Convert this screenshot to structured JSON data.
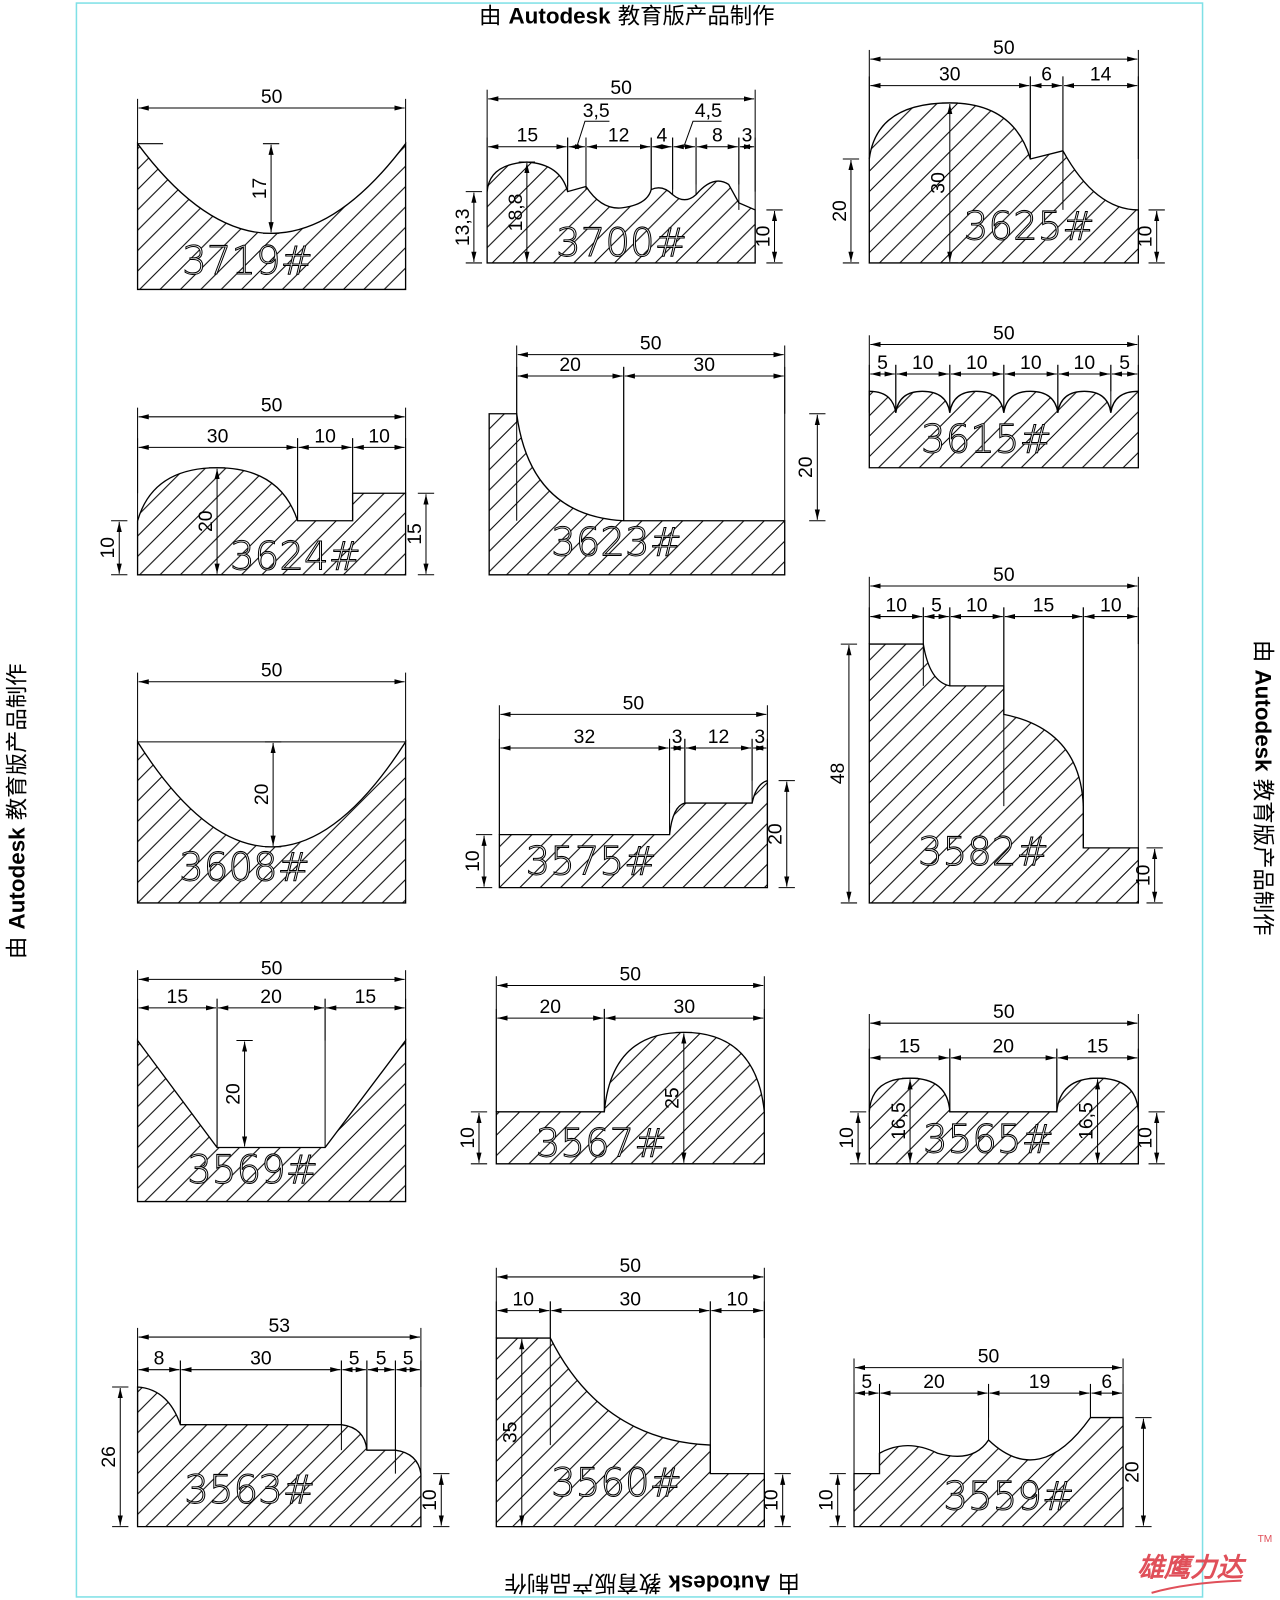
{
  "watermark": {
    "prefix": "由",
    "brand": "Autodesk",
    "suffix": "教育版产品制作"
  },
  "logo": {
    "text": "雄鹰力达",
    "tm": "TM"
  },
  "colors": {
    "border": "#7fe0e6",
    "logo": "#e0505a",
    "line": "#000000"
  },
  "profiles": [
    {
      "label": "3719#",
      "dims": [
        "50",
        "17"
      ]
    },
    {
      "label": "3700#",
      "dims": [
        "50",
        "15",
        "3,5",
        "12",
        "4",
        "4,5",
        "8",
        "3",
        "13,3",
        "18,8",
        "10"
      ]
    },
    {
      "label": "3625#",
      "dims": [
        "50",
        "30",
        "6",
        "14",
        "20",
        "30",
        "10"
      ]
    },
    {
      "label": "3624#",
      "dims": [
        "50",
        "30",
        "10",
        "10",
        "10",
        "20",
        "15"
      ]
    },
    {
      "label": "3623#",
      "dims": [
        "50",
        "20",
        "30",
        "20"
      ]
    },
    {
      "label": "3615#",
      "dims": [
        "50",
        "5",
        "10",
        "10",
        "10",
        "10",
        "5"
      ]
    },
    {
      "label": "3608#",
      "dims": [
        "50",
        "20"
      ]
    },
    {
      "label": "3575#",
      "dims": [
        "50",
        "32",
        "3",
        "12",
        "3",
        "10",
        "20"
      ]
    },
    {
      "label": "3582#",
      "dims": [
        "50",
        "10",
        "5",
        "10",
        "15",
        "10",
        "48",
        "10"
      ]
    },
    {
      "label": "3569#",
      "dims": [
        "50",
        "15",
        "20",
        "15",
        "20"
      ]
    },
    {
      "label": "3567#",
      "dims": [
        "50",
        "20",
        "30",
        "10",
        "25"
      ]
    },
    {
      "label": "3565#",
      "dims": [
        "50",
        "15",
        "20",
        "15",
        "10",
        "16,5",
        "16,5",
        "10"
      ]
    },
    {
      "label": "3563#",
      "dims": [
        "53",
        "8",
        "30",
        "5",
        "5",
        "5",
        "26",
        "10"
      ]
    },
    {
      "label": "3560#",
      "dims": [
        "50",
        "10",
        "30",
        "10",
        "35",
        "10"
      ]
    },
    {
      "label": "3559#",
      "dims": [
        "50",
        "5",
        "20",
        "19",
        "6",
        "10",
        "20"
      ]
    }
  ]
}
